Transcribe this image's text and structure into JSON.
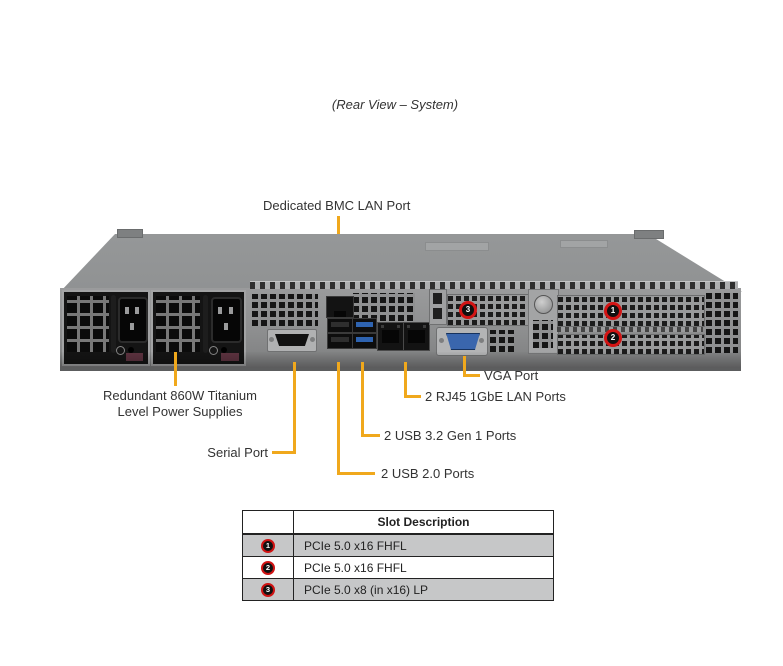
{
  "title": "(Rear View – System)",
  "colors": {
    "callout_line": "#F0A81C",
    "marker_red": "#D31414",
    "table_row_gray": "#C6C7C8"
  },
  "callouts": {
    "bmc": "Dedicated BMC LAN Port",
    "psu_line1": "Redundant 860W Titanium",
    "psu_line2": "Level Power Supplies",
    "serial": "Serial Port",
    "usb2": "2 USB 2.0 Ports",
    "usb3": "2 USB 3.2 Gen 1 Ports",
    "lan": "2 RJ45 1GbE LAN Ports",
    "vga": "VGA Port"
  },
  "slot_markers": {
    "slot1": "1",
    "slot2": "2",
    "slot3": "3"
  },
  "table": {
    "header": "Slot Description",
    "rows": [
      {
        "num": "1",
        "desc": "PCIe 5.0 x16 FHFL"
      },
      {
        "num": "2",
        "desc": "PCIe 5.0 x16 FHFL"
      },
      {
        "num": "3",
        "desc": "PCIe 5.0 x8 (in x16) LP"
      }
    ]
  }
}
